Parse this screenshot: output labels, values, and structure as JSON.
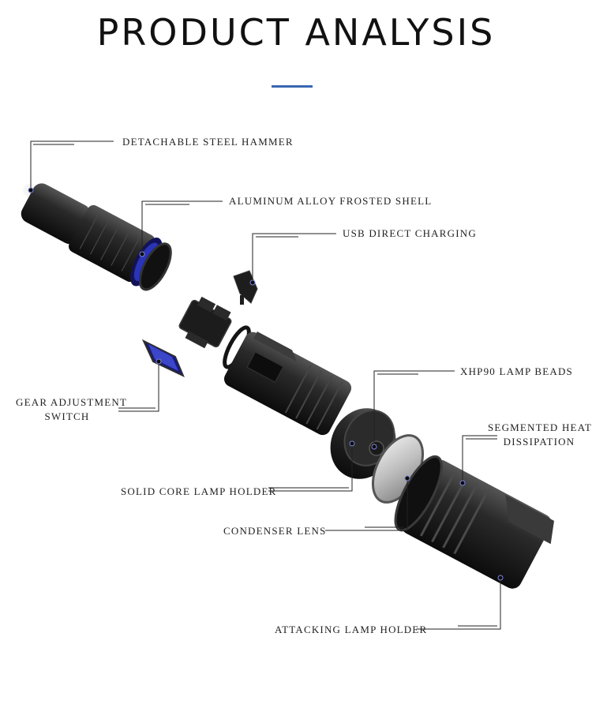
{
  "title": "PRODUCT ANALYSIS",
  "colors": {
    "accent": "#3a67b1",
    "body": "#1b1b1b",
    "highlight": "#5a5a5a",
    "blue_ring": "#2a34b8"
  },
  "callouts": {
    "steel_hammer": "DETACHABLE STEEL HAMMER",
    "aluminum_shell": "ALUMINUM ALLOY FROSTED SHELL",
    "usb_charging": "USB DIRECT CHARGING",
    "gear_switch_line1": "GEAR ADJUSTMENT",
    "gear_switch_line2": "SWITCH",
    "lamp_beads": "XHP90 LAMP BEADS",
    "heat_line1": "SEGMENTED HEAT",
    "heat_line2": "DISSIPATION",
    "solid_core": "SOLID CORE LAMP HOLDER",
    "condenser": "CONDENSER LENS",
    "attacking": "ATTACKING LAMP HOLDER"
  }
}
